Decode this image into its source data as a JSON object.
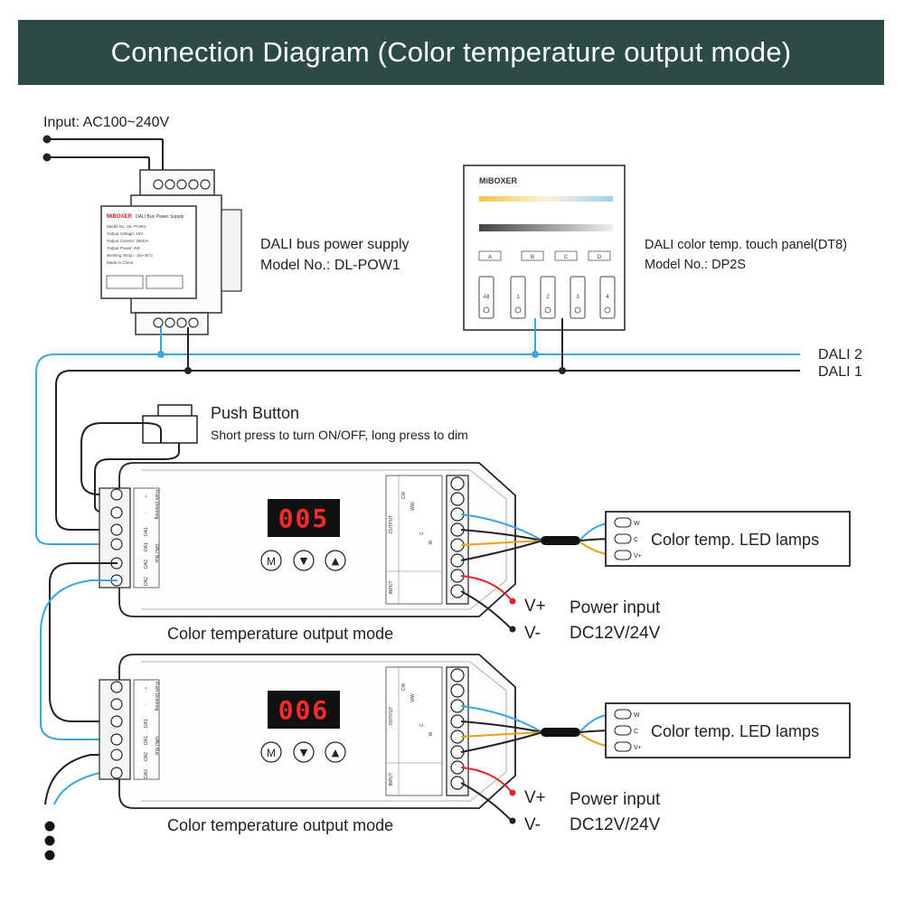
{
  "header": {
    "title": "Connection Diagram (Color temperature output mode)"
  },
  "input": {
    "label": "Input: AC100~240V"
  },
  "power_supply": {
    "name": "DALI bus power supply",
    "model": "Model No.: DL-POW1",
    "brand": "MiBOXER",
    "face_title": "DALI Bus Power Supply",
    "face_specs": [
      "Model No.: DL-POW1",
      "Output Voltage: 16V",
      "Output Current: 250mA",
      "Output Power: 4W",
      "Working Temp.: -20~45°C",
      "Made in China"
    ]
  },
  "touch_panel": {
    "name": "DALI color temp. touch panel(DT8)",
    "model": "Model No.: DP2S",
    "brand": "MiBOXER",
    "scene_keys": [
      "A",
      "B",
      "C",
      "D"
    ],
    "zone_keys": [
      "All",
      "1",
      "2",
      "3",
      "4"
    ]
  },
  "bus": {
    "line2": "DALI 2",
    "line1": "DALI 1"
  },
  "push_button": {
    "title": "Push Button",
    "desc": "Short press to turn ON/OFF, long press to dim"
  },
  "controllers": [
    {
      "display": "005",
      "buttons": [
        "M",
        "▼",
        "▲"
      ],
      "left_terminals": [
        "+",
        "-",
        "DA1",
        "DA1",
        "DA2",
        "DA2"
      ],
      "push_dimming_label": "Push Dimming",
      "dali_bus_label": "DALI Bus",
      "output_label": "OUTPUT",
      "input_label": "INPUT",
      "out_cols": [
        "CW",
        "WW",
        "C",
        "W"
      ],
      "caption": "Color temperature output mode",
      "lamp_label": "Color temp. LED lamps",
      "lamp_pins": [
        "W",
        "C",
        "V+"
      ],
      "vplus": "V+",
      "vminus": "V-",
      "power_title": "Power input",
      "power_value": "DC12V/24V"
    },
    {
      "display": "006",
      "buttons": [
        "M",
        "▼",
        "▲"
      ],
      "left_terminals": [
        "+",
        "-",
        "DA1",
        "DA1",
        "DA2",
        "DA2"
      ],
      "push_dimming_label": "Push Dimming",
      "dali_bus_label": "DALI Bus",
      "output_label": "OUTPUT",
      "input_label": "INPUT",
      "out_cols": [
        "CW",
        "WW",
        "C",
        "W"
      ],
      "caption": "Color temperature output mode",
      "lamp_label": "Color temp. LED lamps",
      "lamp_pins": [
        "W",
        "C",
        "V+"
      ],
      "vplus": "V+",
      "vminus": "V-",
      "power_title": "Power input",
      "power_value": "DC12V/24V"
    }
  ],
  "colors": {
    "header_bg": "#2e4a44",
    "dali2_wire": "#3aa6dd",
    "dali1_wire": "#222222",
    "vplus_wire": "#e8202a",
    "lamp_w_wire": "#e8a21a",
    "display_digits": "#ff2a2a"
  }
}
